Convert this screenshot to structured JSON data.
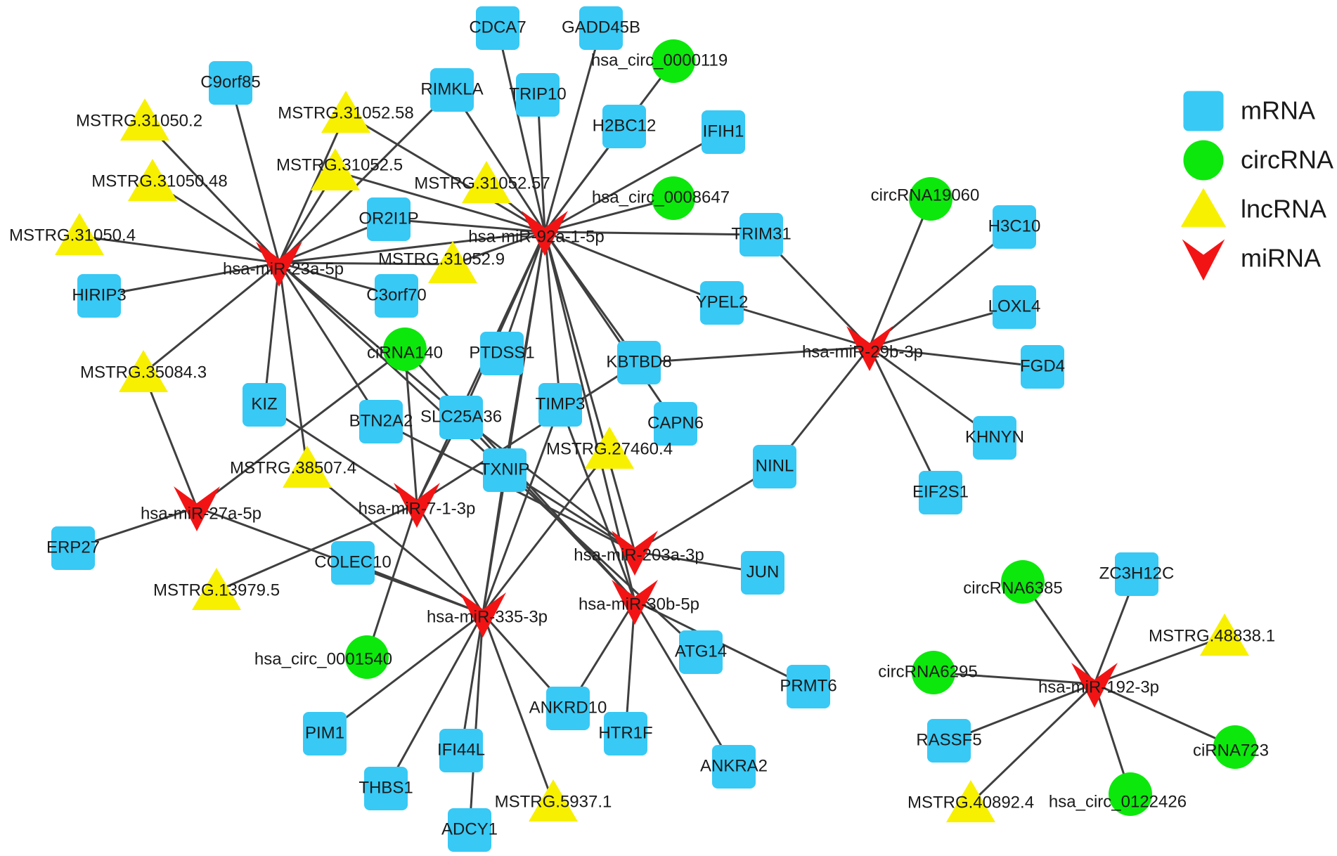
{
  "colors": {
    "mRNA": "#38c9f5",
    "circRNA": "#0ce80c",
    "lncRNA": "#f7f000",
    "miRNA": "#f21414",
    "edge": "#3f3f3f"
  },
  "legend": [
    {
      "type": "mRNA",
      "label": "mRNA"
    },
    {
      "type": "circRNA",
      "label": "circRNA"
    },
    {
      "type": "lncRNA",
      "label": "lncRNA"
    },
    {
      "type": "miRNA",
      "label": "miRNA"
    }
  ],
  "nodes": [
    {
      "id": "hsa-miR-23a-5p",
      "type": "miRNA",
      "label": "hsa-miR-23a-5p"
    },
    {
      "id": "hsa-miR-92a-1-5p",
      "type": "miRNA",
      "label": "hsa-miR-92a-1-5p"
    },
    {
      "id": "hsa-miR-29b-3p",
      "type": "miRNA",
      "label": "hsa-miR-29b-3p"
    },
    {
      "id": "hsa-miR-27a-5p",
      "type": "miRNA",
      "label": "hsa-miR-27a-5p"
    },
    {
      "id": "hsa-miR-7-1-3p",
      "type": "miRNA",
      "label": "hsa-miR-7-1-3p"
    },
    {
      "id": "hsa-miR-203a-3p",
      "type": "miRNA",
      "label": "hsa-miR-203a-3p"
    },
    {
      "id": "hsa-miR-335-3p",
      "type": "miRNA",
      "label": "hsa-miR-335-3p"
    },
    {
      "id": "hsa-miR-30b-5p",
      "type": "miRNA",
      "label": "hsa-miR-30b-5p"
    },
    {
      "id": "hsa-miR-192-3p",
      "type": "miRNA",
      "label": "hsa-miR-192-3p"
    },
    {
      "id": "C9orf85",
      "type": "mRNA",
      "label": "C9orf85"
    },
    {
      "id": "CDCA7",
      "type": "mRNA",
      "label": "CDCA7"
    },
    {
      "id": "GADD45B",
      "type": "mRNA",
      "label": "GADD45B"
    },
    {
      "id": "RIMKLA",
      "type": "mRNA",
      "label": "RIMKLA"
    },
    {
      "id": "TRIP10",
      "type": "mRNA",
      "label": "TRIP10"
    },
    {
      "id": "H2BC12",
      "type": "mRNA",
      "label": "H2BC12"
    },
    {
      "id": "IFIH1",
      "type": "mRNA",
      "label": "IFIH1"
    },
    {
      "id": "OR2I1P",
      "type": "mRNA",
      "label": "OR2I1P"
    },
    {
      "id": "TRIM31",
      "type": "mRNA",
      "label": "TRIM31"
    },
    {
      "id": "H3C10",
      "type": "mRNA",
      "label": "H3C10"
    },
    {
      "id": "HIRIP3",
      "type": "mRNA",
      "label": "HIRIP3"
    },
    {
      "id": "C3orf70",
      "type": "mRNA",
      "label": "C3orf70"
    },
    {
      "id": "YPEL2",
      "type": "mRNA",
      "label": "YPEL2"
    },
    {
      "id": "LOXL4",
      "type": "mRNA",
      "label": "LOXL4"
    },
    {
      "id": "PTDSS1",
      "type": "mRNA",
      "label": "PTDSS1"
    },
    {
      "id": "KBTBD8",
      "type": "mRNA",
      "label": "KBTBD8"
    },
    {
      "id": "FGD4",
      "type": "mRNA",
      "label": "FGD4"
    },
    {
      "id": "KIZ",
      "type": "mRNA",
      "label": "KIZ"
    },
    {
      "id": "BTN2A2",
      "type": "mRNA",
      "label": "BTN2A2"
    },
    {
      "id": "SLC25A36",
      "type": "mRNA",
      "label": "SLC25A36"
    },
    {
      "id": "TIMP3",
      "type": "mRNA",
      "label": "TIMP3"
    },
    {
      "id": "CAPN6",
      "type": "mRNA",
      "label": "CAPN6"
    },
    {
      "id": "KHNYN",
      "type": "mRNA",
      "label": "KHNYN"
    },
    {
      "id": "TXNIP",
      "type": "mRNA",
      "label": "TXNIP"
    },
    {
      "id": "NINL",
      "type": "mRNA",
      "label": "NINL"
    },
    {
      "id": "EIF2S1",
      "type": "mRNA",
      "label": "EIF2S1"
    },
    {
      "id": "ERP27",
      "type": "mRNA",
      "label": "ERP27"
    },
    {
      "id": "COLEC10",
      "type": "mRNA",
      "label": "COLEC10"
    },
    {
      "id": "JUN",
      "type": "mRNA",
      "label": "JUN"
    },
    {
      "id": "ZC3H12C",
      "type": "mRNA",
      "label": "ZC3H12C"
    },
    {
      "id": "ATG14",
      "type": "mRNA",
      "label": "ATG14"
    },
    {
      "id": "PRMT6",
      "type": "mRNA",
      "label": "PRMT6"
    },
    {
      "id": "ANKRD10",
      "type": "mRNA",
      "label": "ANKRD10"
    },
    {
      "id": "PIM1",
      "type": "mRNA",
      "label": "PIM1"
    },
    {
      "id": "HTR1F",
      "type": "mRNA",
      "label": "HTR1F"
    },
    {
      "id": "IFI44L",
      "type": "mRNA",
      "label": "IFI44L"
    },
    {
      "id": "RASSF5",
      "type": "mRNA",
      "label": "RASSF5"
    },
    {
      "id": "ANKRA2",
      "type": "mRNA",
      "label": "ANKRA2"
    },
    {
      "id": "THBS1",
      "type": "mRNA",
      "label": "THBS1"
    },
    {
      "id": "ADCY1",
      "type": "mRNA",
      "label": "ADCY1"
    },
    {
      "id": "hsa_circ_0000119",
      "type": "circRNA",
      "label": "hsa_circ_0000119"
    },
    {
      "id": "hsa_circ_0008647",
      "type": "circRNA",
      "label": "hsa_circ_0008647"
    },
    {
      "id": "circRNA19060",
      "type": "circRNA",
      "label": "circRNA19060"
    },
    {
      "id": "ciRNA140",
      "type": "circRNA",
      "label": "ciRNA140"
    },
    {
      "id": "hsa_circ_0001540",
      "type": "circRNA",
      "label": "hsa_circ_0001540"
    },
    {
      "id": "circRNA6385",
      "type": "circRNA",
      "label": "circRNA6385"
    },
    {
      "id": "circRNA6295",
      "type": "circRNA",
      "label": "circRNA6295"
    },
    {
      "id": "ciRNA723",
      "type": "circRNA",
      "label": "ciRNA723"
    },
    {
      "id": "hsa_circ_0122426",
      "type": "circRNA",
      "label": "hsa_circ_0122426"
    },
    {
      "id": "MSTRG.31050.2",
      "type": "lncRNA",
      "label": "MSTRG.31050.2"
    },
    {
      "id": "MSTRG.31052.58",
      "type": "lncRNA",
      "label": "MSTRG.31052.58"
    },
    {
      "id": "MSTRG.31052.5",
      "type": "lncRNA",
      "label": "MSTRG.31052.5"
    },
    {
      "id": "MSTRG.31050.48",
      "type": "lncRNA",
      "label": "MSTRG.31050.48"
    },
    {
      "id": "MSTRG.31052.57",
      "type": "lncRNA",
      "label": "MSTRG.31052.57"
    },
    {
      "id": "MSTRG.31050.4",
      "type": "lncRNA",
      "label": "MSTRG.31050.4"
    },
    {
      "id": "MSTRG.31052.9",
      "type": "lncRNA",
      "label": "MSTRG.31052.9"
    },
    {
      "id": "MSTRG.35084.3",
      "type": "lncRNA",
      "label": "MSTRG.35084.3"
    },
    {
      "id": "MSTRG.38507.4",
      "type": "lncRNA",
      "label": "MSTRG.38507.4"
    },
    {
      "id": "MSTRG.27460.4",
      "type": "lncRNA",
      "label": "MSTRG.27460.4"
    },
    {
      "id": "MSTRG.13979.5",
      "type": "lncRNA",
      "label": "MSTRG.13979.5"
    },
    {
      "id": "MSTRG.5937.1",
      "type": "lncRNA",
      "label": "MSTRG.5937.1"
    },
    {
      "id": "MSTRG.48838.1",
      "type": "lncRNA",
      "label": "MSTRG.48838.1"
    },
    {
      "id": "MSTRG.40892.4",
      "type": "lncRNA",
      "label": "MSTRG.40892.4"
    }
  ],
  "edges": [
    [
      "hsa-miR-23a-5p",
      "C9orf85"
    ],
    [
      "hsa-miR-23a-5p",
      "MSTRG.31050.2"
    ],
    [
      "hsa-miR-23a-5p",
      "MSTRG.31050.48"
    ],
    [
      "hsa-miR-23a-5p",
      "MSTRG.31050.4"
    ],
    [
      "hsa-miR-23a-5p",
      "HIRIP3"
    ],
    [
      "hsa-miR-23a-5p",
      "MSTRG.31052.58"
    ],
    [
      "hsa-miR-23a-5p",
      "MSTRG.31052.5"
    ],
    [
      "hsa-miR-23a-5p",
      "RIMKLA"
    ],
    [
      "hsa-miR-23a-5p",
      "OR2I1P"
    ],
    [
      "hsa-miR-23a-5p",
      "MSTRG.31052.9"
    ],
    [
      "hsa-miR-23a-5p",
      "C3orf70"
    ],
    [
      "hsa-miR-23a-5p",
      "MSTRG.35084.3"
    ],
    [
      "hsa-miR-23a-5p",
      "KIZ"
    ],
    [
      "hsa-miR-23a-5p",
      "BTN2A2"
    ],
    [
      "hsa-miR-23a-5p",
      "MSTRG.38507.4"
    ],
    [
      "hsa-miR-23a-5p",
      "hsa-miR-92a-1-5p"
    ],
    [
      "hsa-miR-23a-5p",
      "SLC25A36"
    ],
    [
      "hsa-miR-23a-5p",
      "TXNIP"
    ],
    [
      "hsa-miR-92a-1-5p",
      "CDCA7"
    ],
    [
      "hsa-miR-92a-1-5p",
      "GADD45B"
    ],
    [
      "hsa-miR-92a-1-5p",
      "hsa_circ_0000119"
    ],
    [
      "hsa-miR-92a-1-5p",
      "TRIP10"
    ],
    [
      "hsa-miR-92a-1-5p",
      "H2BC12"
    ],
    [
      "hsa-miR-92a-1-5p",
      "IFIH1"
    ],
    [
      "hsa-miR-92a-1-5p",
      "hsa_circ_0008647"
    ],
    [
      "hsa-miR-92a-1-5p",
      "TRIM31"
    ],
    [
      "hsa-miR-92a-1-5p",
      "MSTRG.31052.57"
    ],
    [
      "hsa-miR-92a-1-5p",
      "MSTRG.31052.58"
    ],
    [
      "hsa-miR-92a-1-5p",
      "MSTRG.31052.5"
    ],
    [
      "hsa-miR-92a-1-5p",
      "RIMKLA"
    ],
    [
      "hsa-miR-92a-1-5p",
      "OR2I1P"
    ],
    [
      "hsa-miR-92a-1-5p",
      "MSTRG.31052.9"
    ],
    [
      "hsa-miR-92a-1-5p",
      "YPEL2"
    ],
    [
      "hsa-miR-92a-1-5p",
      "KBTBD8"
    ],
    [
      "hsa-miR-92a-1-5p",
      "PTDSS1"
    ],
    [
      "hsa-miR-92a-1-5p",
      "TIMP3"
    ],
    [
      "hsa-miR-92a-1-5p",
      "TXNIP"
    ],
    [
      "hsa-miR-92a-1-5p",
      "SLC25A36"
    ],
    [
      "hsa-miR-92a-1-5p",
      "CAPN6"
    ],
    [
      "hsa-miR-92a-1-5p",
      "hsa-miR-7-1-3p"
    ],
    [
      "hsa-miR-92a-1-5p",
      "hsa-miR-335-3p"
    ],
    [
      "hsa-miR-92a-1-5p",
      "hsa-miR-30b-5p"
    ],
    [
      "hsa-miR-92a-1-5p",
      "hsa-miR-203a-3p"
    ],
    [
      "hsa-miR-29b-3p",
      "circRNA19060"
    ],
    [
      "hsa-miR-29b-3p",
      "H3C10"
    ],
    [
      "hsa-miR-29b-3p",
      "LOXL4"
    ],
    [
      "hsa-miR-29b-3p",
      "FGD4"
    ],
    [
      "hsa-miR-29b-3p",
      "KHNYN"
    ],
    [
      "hsa-miR-29b-3p",
      "EIF2S1"
    ],
    [
      "hsa-miR-29b-3p",
      "NINL"
    ],
    [
      "hsa-miR-29b-3p",
      "YPEL2"
    ],
    [
      "hsa-miR-29b-3p",
      "TRIM31"
    ],
    [
      "hsa-miR-29b-3p",
      "KBTBD8"
    ],
    [
      "hsa-miR-27a-5p",
      "MSTRG.35084.3"
    ],
    [
      "hsa-miR-27a-5p",
      "ERP27"
    ],
    [
      "hsa-miR-27a-5p",
      "ciRNA140"
    ],
    [
      "hsa-miR-27a-5p",
      "hsa-miR-335-3p"
    ],
    [
      "hsa-miR-7-1-3p",
      "KIZ"
    ],
    [
      "hsa-miR-7-1-3p",
      "MSTRG.13979.5"
    ],
    [
      "hsa-miR-7-1-3p",
      "hsa_circ_0001540"
    ],
    [
      "hsa-miR-7-1-3p",
      "KBTBD8"
    ],
    [
      "hsa-miR-7-1-3p",
      "hsa-miR-335-3p"
    ],
    [
      "hsa-miR-7-1-3p",
      "SLC25A36"
    ],
    [
      "hsa-miR-7-1-3p",
      "ciRNA140"
    ],
    [
      "hsa-miR-203a-3p",
      "NINL"
    ],
    [
      "hsa-miR-203a-3p",
      "JUN"
    ],
    [
      "hsa-miR-203a-3p",
      "BTN2A2"
    ],
    [
      "hsa-miR-203a-3p",
      "SLC25A36"
    ],
    [
      "hsa-miR-203a-3p",
      "TXNIP"
    ],
    [
      "hsa-miR-335-3p",
      "COLEC10"
    ],
    [
      "hsa-miR-335-3p",
      "PIM1"
    ],
    [
      "hsa-miR-335-3p",
      "THBS1"
    ],
    [
      "hsa-miR-335-3p",
      "IFI44L"
    ],
    [
      "hsa-miR-335-3p",
      "ADCY1"
    ],
    [
      "hsa-miR-335-3p",
      "MSTRG.5937.1"
    ],
    [
      "hsa-miR-335-3p",
      "ANKRD10"
    ],
    [
      "hsa-miR-335-3p",
      "MSTRG.27460.4"
    ],
    [
      "hsa-miR-335-3p",
      "TXNIP"
    ],
    [
      "hsa-miR-335-3p",
      "TIMP3"
    ],
    [
      "hsa-miR-335-3p",
      "MSTRG.38507.4"
    ],
    [
      "hsa-miR-30b-5p",
      "ANKRD10"
    ],
    [
      "hsa-miR-30b-5p",
      "HTR1F"
    ],
    [
      "hsa-miR-30b-5p",
      "ANKRA2"
    ],
    [
      "hsa-miR-30b-5p",
      "PRMT6"
    ],
    [
      "hsa-miR-30b-5p",
      "TIMP3"
    ],
    [
      "hsa-miR-30b-5p",
      "SLC25A36"
    ],
    [
      "hsa-miR-30b-5p",
      "ciRNA140"
    ],
    [
      "ATG14",
      "TXNIP"
    ],
    [
      "hsa-miR-192-3p",
      "circRNA6385"
    ],
    [
      "hsa-miR-192-3p",
      "ZC3H12C"
    ],
    [
      "hsa-miR-192-3p",
      "MSTRG.48838.1"
    ],
    [
      "hsa-miR-192-3p",
      "circRNA6295"
    ],
    [
      "hsa-miR-192-3p",
      "RASSF5"
    ],
    [
      "hsa-miR-192-3p",
      "MSTRG.40892.4"
    ],
    [
      "hsa-miR-192-3p",
      "hsa_circ_0122426"
    ],
    [
      "hsa-miR-192-3p",
      "ciRNA723"
    ]
  ]
}
